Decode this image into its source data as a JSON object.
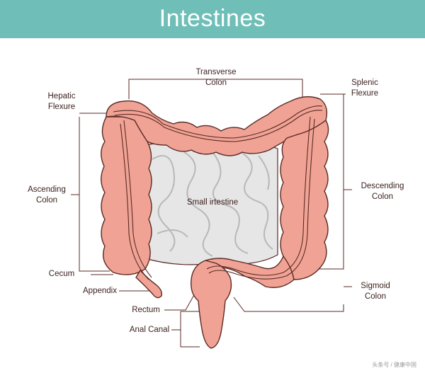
{
  "title": "Intestines",
  "labels": {
    "transverse_colon": [
      "Transverse",
      "Colon"
    ],
    "splenic_flexure": [
      "Splenic",
      "Flexure"
    ],
    "hepatic_flexure": [
      "Hepatic",
      "Flexure"
    ],
    "ascending_colon": [
      "Ascending",
      "Colon"
    ],
    "descending_colon": [
      "Descending",
      "Colon"
    ],
    "small_intestine": "Small irtestine",
    "cecum": "Cecum",
    "appendix": "Appendix",
    "sigmoid_colon": [
      "Sigmoid",
      "Colon"
    ],
    "rectum": "Rectum",
    "anal_canal": "Anal Canal"
  },
  "watermark": "头条号 / 健康中国",
  "colors": {
    "banner": "#6fbfb8",
    "colon_fill": "#f0a394",
    "outline": "#5a2a26",
    "small_intestine": "#e6e6e6"
  }
}
